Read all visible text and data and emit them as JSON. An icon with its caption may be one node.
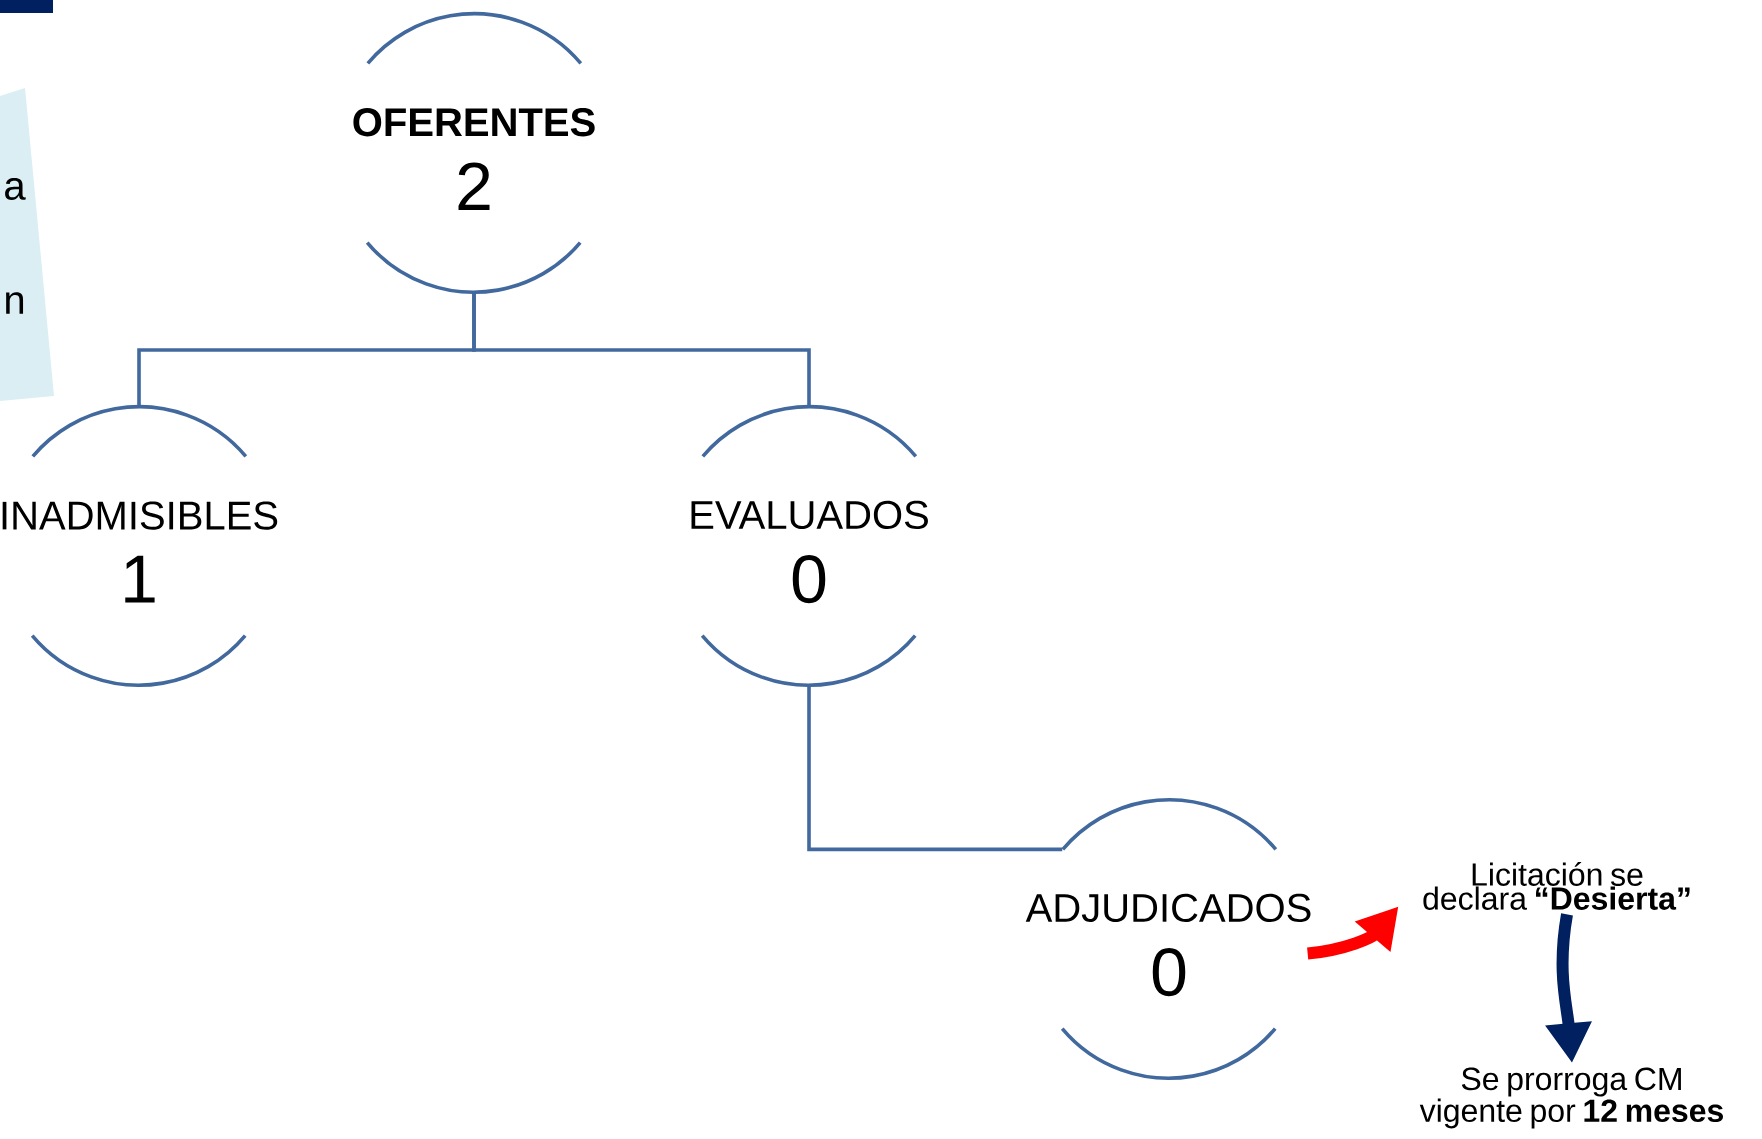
{
  "diagram": {
    "nodes": [
      {
        "text": [
          "OFERENTES",
          "2"
        ]
      },
      {
        "text": [
          "INADMISIBLES",
          "1"
        ]
      },
      {
        "text": [
          "EVALUADOS",
          "0"
        ]
      },
      {
        "text": [
          "ADJUDICADOS",
          "0"
        ]
      },
      {
        "text": [
          "Licitación se declara **“Desierta”**"
        ]
      },
      {
        "text": [
          "Se prorroga CM vigente por **12 meses**"
        ]
      },
      {
        "text": [
          "a",
          "n"
        ]
      }
    ],
    "edges": [
      {
        "from": 0,
        "to": 1,
        "arrow": "none"
      },
      {
        "from": 0,
        "to": 2,
        "arrow": "none"
      },
      {
        "from": 2,
        "to": 3,
        "arrow": "none"
      },
      {
        "from": 3,
        "to": 4,
        "arrow": "to",
        "style": "thick",
        "color": "#ff0000"
      },
      {
        "from": 4,
        "to": 5,
        "arrow": "to",
        "style": "thick",
        "color": "#002060"
      }
    ]
  }
}
